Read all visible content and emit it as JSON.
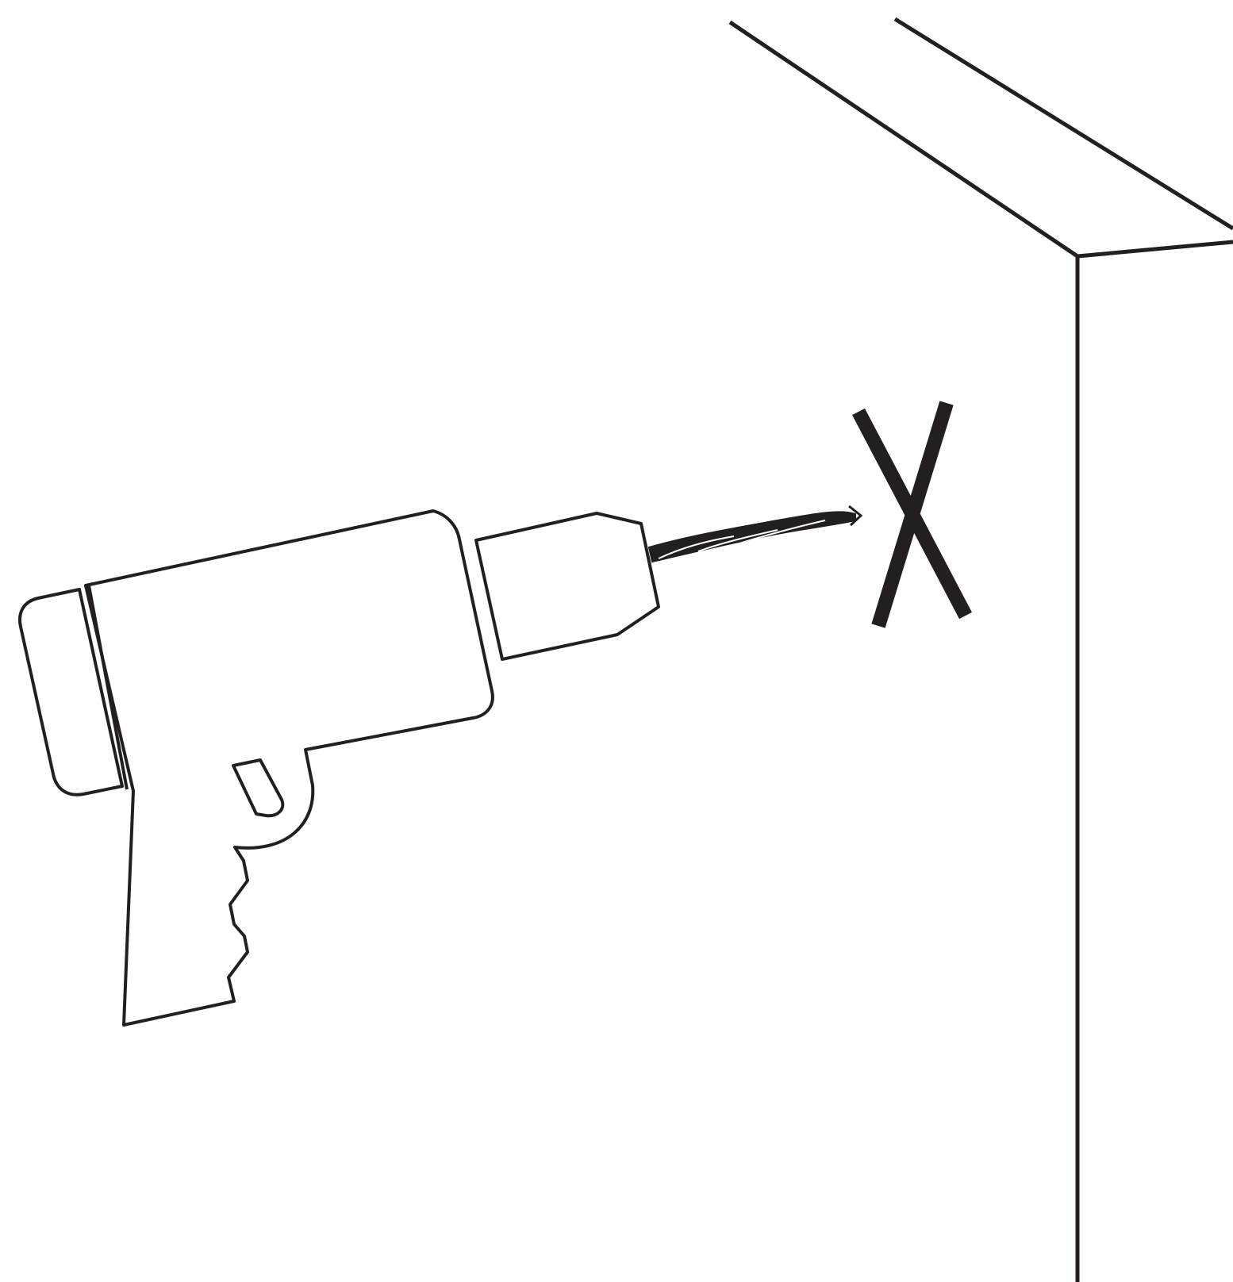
{
  "diagram": {
    "colors": {
      "background": "#ffffff",
      "line": "#231f20"
    },
    "elements": [
      {
        "name": "cabinet-outline",
        "description_icon": "cabinet-corner-icon"
      },
      {
        "name": "power-drill",
        "description_icon": "drill-icon"
      },
      {
        "name": "drill-bit",
        "description_icon": "twist-drill-bit-icon"
      },
      {
        "name": "drill-mark",
        "description_icon": "x-mark-icon"
      }
    ],
    "mark_text": "X"
  }
}
